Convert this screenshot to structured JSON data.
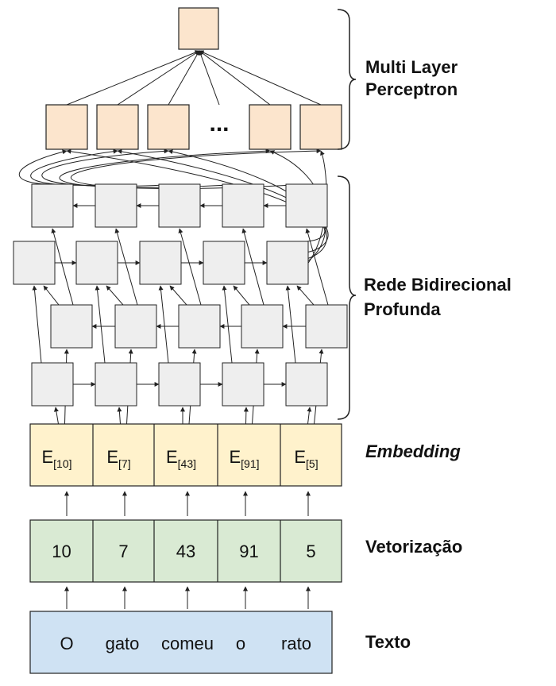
{
  "labels": {
    "mlp_line1": "Multi Layer",
    "mlp_line2": "Perceptron",
    "bidir_line1": "Rede Bidirecional",
    "bidir_line2": "Profunda",
    "embedding": "Embedding",
    "vetorizacao": "Vetorização",
    "texto": "Texto"
  },
  "ellipsis": "...",
  "words": [
    "O",
    "gato",
    "comeu",
    "o",
    "rato"
  ],
  "indices": [
    "10",
    "7",
    "43",
    "91",
    "5"
  ],
  "embeddings": [
    {
      "main": "E",
      "sub": "[10]"
    },
    {
      "main": "E",
      "sub": "[7]"
    },
    {
      "main": "E",
      "sub": "[43]"
    },
    {
      "main": "E",
      "sub": "[91]"
    },
    {
      "main": "E",
      "sub": "[5]"
    }
  ],
  "colors": {
    "mlp_fill": "#fce5cd",
    "rnn_fill": "#eeeeee",
    "embedding_fill": "#fff2cc",
    "vector_fill": "#d9ead3",
    "text_fill": "#cfe2f3",
    "stroke": "#222222"
  }
}
